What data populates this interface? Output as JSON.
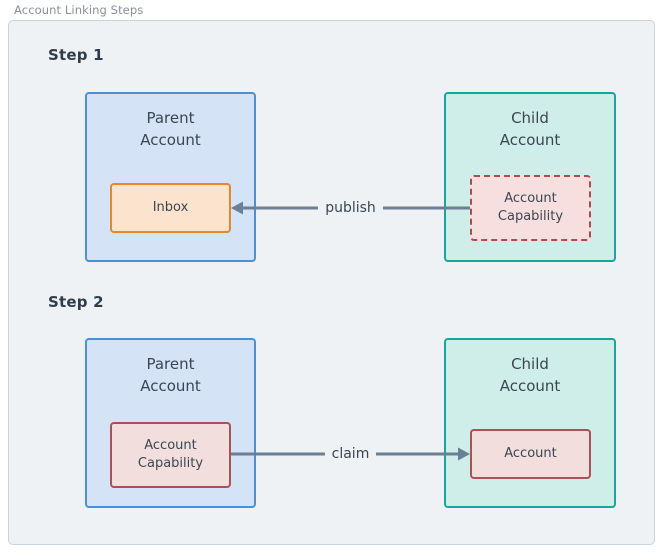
{
  "panel": {
    "title": "Account Linking Steps"
  },
  "colors": {
    "panel_background": "#eef2f4",
    "panel_border": "#cbd4da",
    "parent_fill": "#d5e3f7",
    "parent_border": "#4a90d9",
    "child_fill": "#cfeeea",
    "child_border": "#16a79b",
    "inbox_fill": "#fce3cd",
    "inbox_border": "#e8862a",
    "capability_fill": "#f7dfdf",
    "capability_border": "#b5484b",
    "arrow": "#6b7f95",
    "heading_text": "#2e3c4e",
    "body_text": "#3b4653",
    "title_text": "#8a9199"
  },
  "steps": [
    {
      "heading": "Step 1",
      "parent": {
        "title": "Parent\nAccount",
        "inner": {
          "label": "Inbox",
          "style": "solid-orange"
        }
      },
      "child": {
        "title": "Child\nAccount",
        "inner": {
          "label": "Account\nCapability",
          "style": "dashed-red"
        }
      },
      "connector": {
        "label": "publish",
        "direction": "left"
      }
    },
    {
      "heading": "Step 2",
      "parent": {
        "title": "Parent\nAccount",
        "inner": {
          "label": "Account\nCapability",
          "style": "solid-red"
        }
      },
      "child": {
        "title": "Child\nAccount",
        "inner": {
          "label": "Account",
          "style": "solid-red"
        }
      },
      "connector": {
        "label": "claim",
        "direction": "right"
      }
    }
  ]
}
